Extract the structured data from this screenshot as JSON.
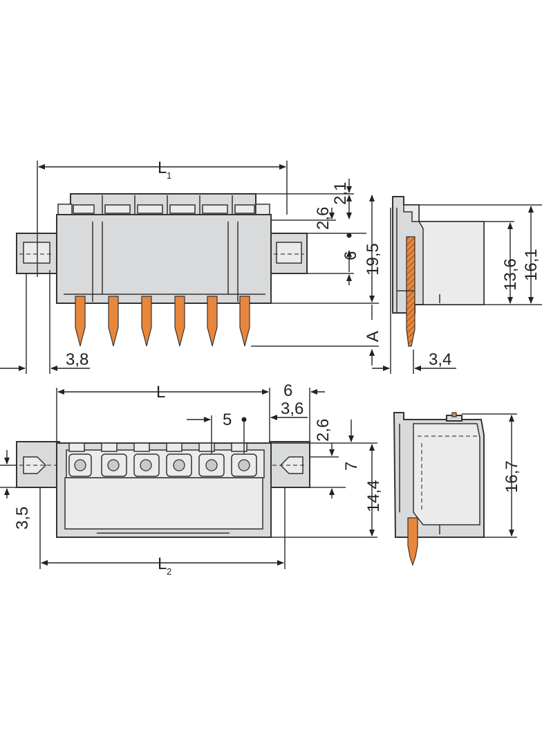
{
  "labels": {
    "L1": "L",
    "L1_sub": "1",
    "L": "L",
    "L2": "L",
    "L2_sub": "2",
    "dim_2_1": "2,1",
    "dim_2_6_top": "2,6",
    "dim_6_top": "6",
    "dim_19_5": "19,5",
    "dim_A": "A",
    "dim_3_8": "3,8",
    "dim_3_4": "3,4",
    "dim_13_6": "13,6",
    "dim_16_1": "16,1",
    "dim_6_bottom": "6",
    "dim_3_6": "3,6",
    "dim_5": "5",
    "dim_2_6_bottom": "2,6",
    "dim_7": "7",
    "dim_14_4": "14,4",
    "dim_3_5": "3,5",
    "dim_16_7": "16,7"
  },
  "colors": {
    "housing": "#d9dadb",
    "pin": "#e8873c",
    "line": "#333333"
  }
}
